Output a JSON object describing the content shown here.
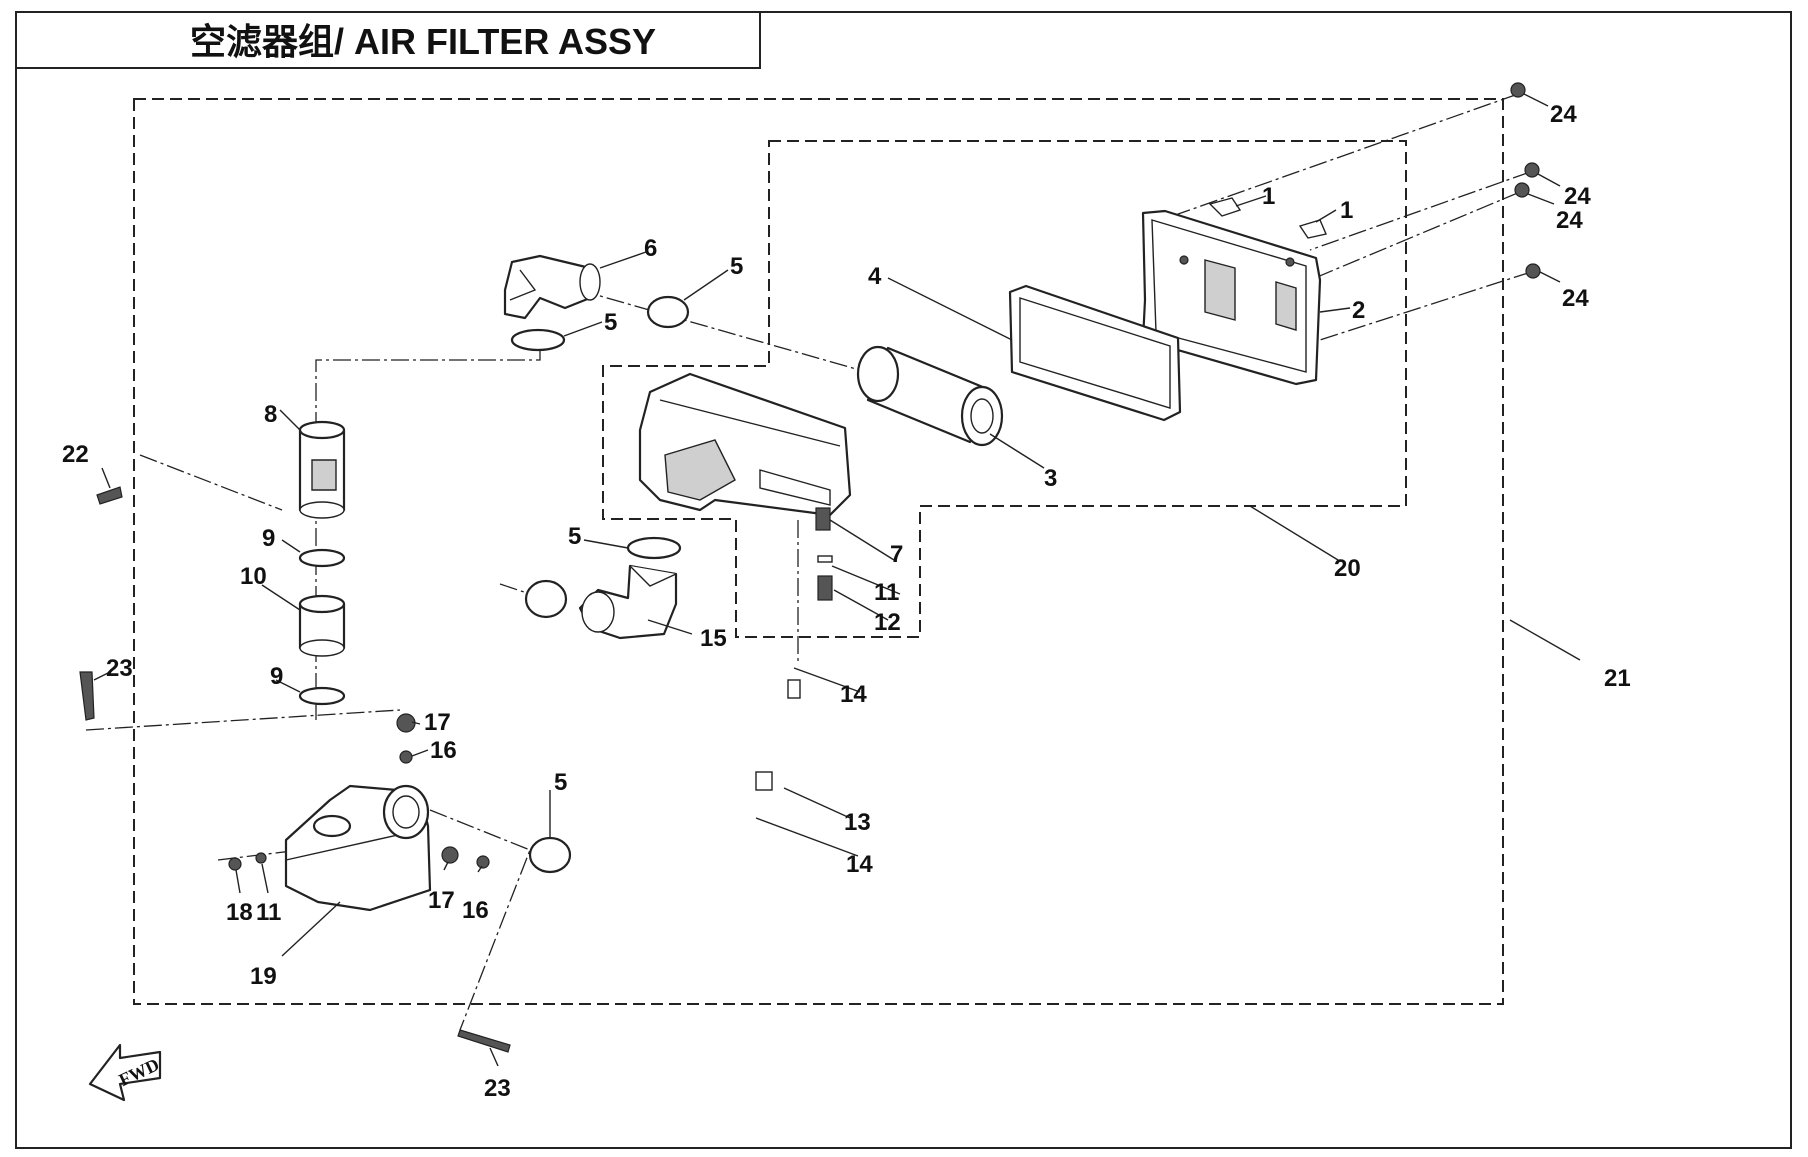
{
  "title": "空滤器组/ AIR FILTER ASSY",
  "fwd_label": "FWD",
  "callouts": [
    "1",
    "1",
    "2",
    "3",
    "4",
    "5",
    "5",
    "5",
    "5",
    "6",
    "7",
    "8",
    "9",
    "9",
    "10",
    "11",
    "11",
    "12",
    "13",
    "14",
    "14",
    "15",
    "16",
    "16",
    "17",
    "17",
    "18",
    "19",
    "20",
    "21",
    "22",
    "23",
    "23",
    "24",
    "24",
    "24",
    "24"
  ]
}
